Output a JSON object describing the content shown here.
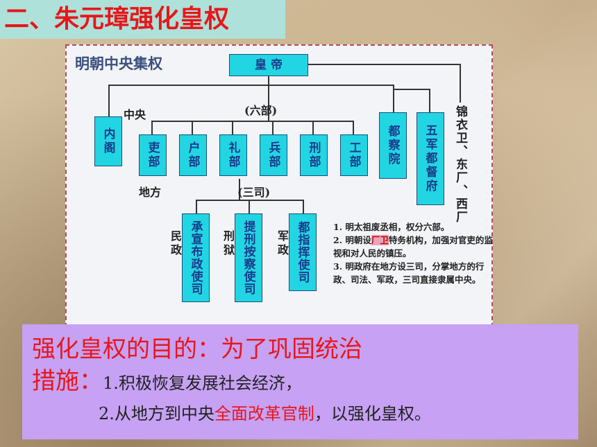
{
  "slide_title": "二、朱元璋强化皇权",
  "diagram": {
    "title": "明朝中央集权",
    "emperor": "皇 帝",
    "central_label": "中央",
    "six_ministries_label": "(六部)",
    "local_label": "地方",
    "three_si_label": "(三司)",
    "neige": "内阁",
    "ministries": [
      "吏部",
      "户部",
      "礼部",
      "兵部",
      "刑部",
      "工部"
    ],
    "duchayuan": "都察院",
    "wujun": "五军都督府",
    "jinyiwei": "锦衣卫、东厂、西厂",
    "three_si": [
      "承宣布政使司",
      "提刑按察使司",
      "都指挥使司"
    ],
    "si_labels": [
      "民政",
      "刑狱",
      "军政"
    ]
  },
  "notes": {
    "n1": "1. 明太祖废丞相，权分六部。",
    "n2_pre": "2. 明朝设",
    "n2_hl": "厂卫",
    "n2_post": "特务机构，加强对官吏的监视和对人民的镇压。",
    "n3": "3. 明政府在地方设三司，分掌地方的行政、司法、军政，三司直接隶属中央。"
  },
  "summary": {
    "purpose": "强化皇权的目的：为了巩固统治",
    "measures_label": "措施：",
    "m1": "1.积极恢复发展社会经济，",
    "m2_pre": "2.从地方到中央",
    "m2_red": "全面改革官制",
    "m2_post": "，以强化皇权。"
  }
}
